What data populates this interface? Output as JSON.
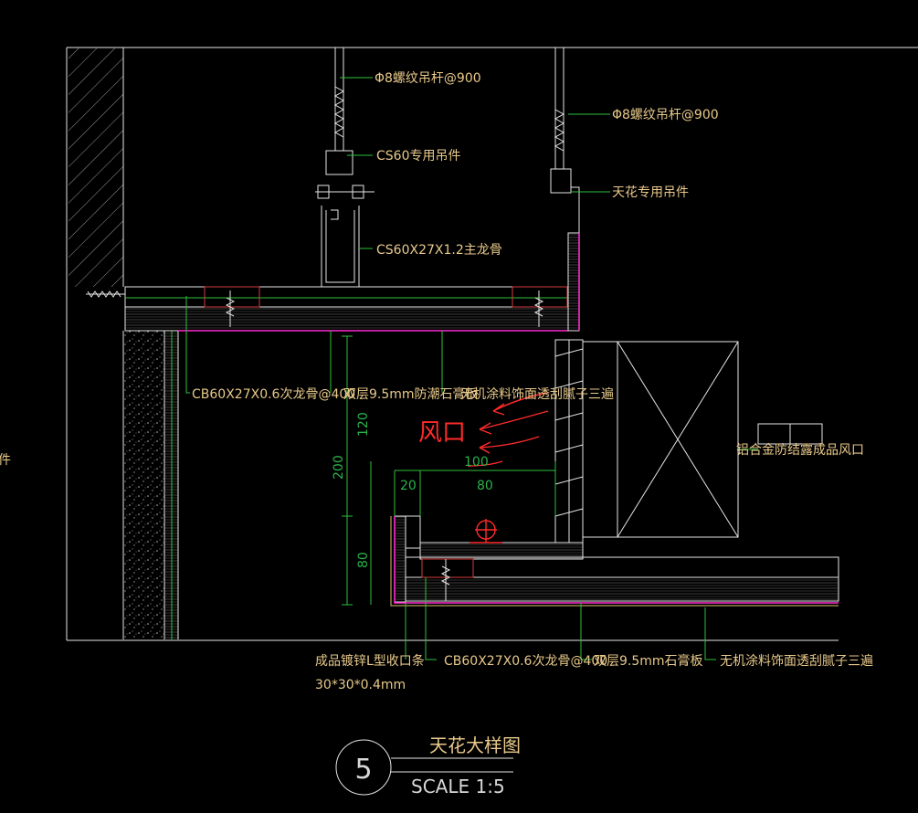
{
  "labels": {
    "rod_left": "Φ8螺纹吊杆@900",
    "hanger_cs60": "CS60专用吊件",
    "main_keel": "CS60X27X1.2主龙骨",
    "rod_right": "Φ8螺纹吊杆@900",
    "ceiling_hanger": "天花专用吊件",
    "secondary_keel_top": "CB60X27X0.6次龙骨@400",
    "gypsum_top": "双层9.5mm防潮石膏板",
    "paint_top": "无机涂料饰面透刮腻子三遍",
    "vent": "铝合金防结露成品风口",
    "angle_strip_line1": "成品镀锌L型收口条",
    "angle_strip_line2": "30*30*0.4mm",
    "secondary_keel_bottom": "CB60X27X0.6次龙骨@400",
    "gypsum_bottom": "双层9.5mm石膏板",
    "paint_bottom": "无机涂料饰面透刮腻子三遍",
    "airflow": "风口",
    "edge_fragment": "件"
  },
  "dimensions": {
    "d120": "120",
    "d200": "200",
    "d80_vertical": "80",
    "d20": "20",
    "d80_horizontal": "80",
    "d100": "100"
  },
  "title_block": {
    "number": "5",
    "title": "天花大样图",
    "scale": "SCALE 1:5"
  },
  "colors": {
    "background": "#000000",
    "outline": "#e6e6e6",
    "dimension": "#29b34a",
    "annotation": "#e8c98a",
    "finish_line": "#ff2bd0",
    "airflow": "#ff2a2a"
  }
}
